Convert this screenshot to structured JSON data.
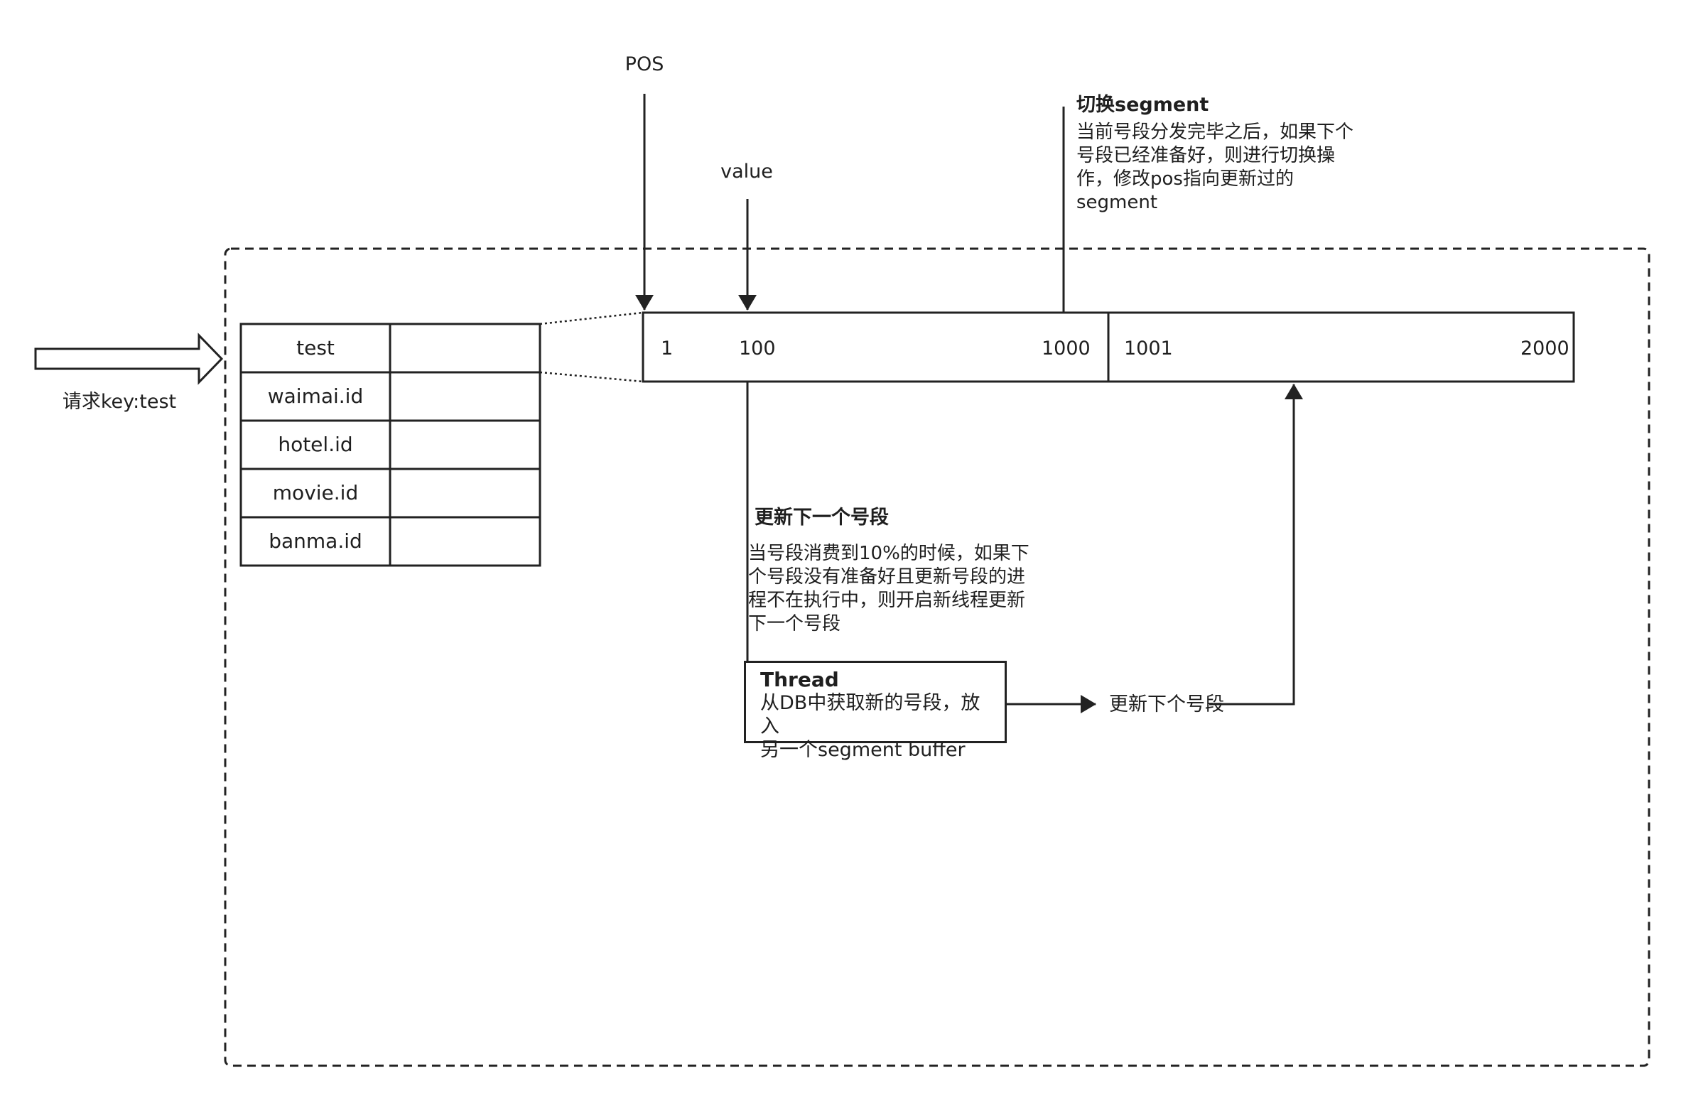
{
  "request_label": "请求key:test",
  "key_table": [
    "test",
    "waimai.id",
    "hotel.id",
    "movie.id",
    "banma.id"
  ],
  "pointers": {
    "pos": "POS",
    "value": "value"
  },
  "segment_numbers": {
    "s1_start": "1",
    "s1_value": "100",
    "s1_end": "1000",
    "s2_start": "1001",
    "s2_end": "2000"
  },
  "switch_note": {
    "title": "切换segment",
    "text": "当前号段分发完毕之后，如果下个\n号段已经准备好，则进行切换操\n作，修改pos指向更新过的\nsegment"
  },
  "update_note": {
    "title": "更新下一个号段",
    "text": "当号段消费到10%的时候，如果下\n个号段没有准备好且更新号段的进\n程不在执行中，则开启新线程更新\n下一个号段"
  },
  "thread": {
    "title": "Thread",
    "text": "从DB中获取新的号段，放入\n另一个segment buffer"
  },
  "update_next_label": "更新下个号段"
}
